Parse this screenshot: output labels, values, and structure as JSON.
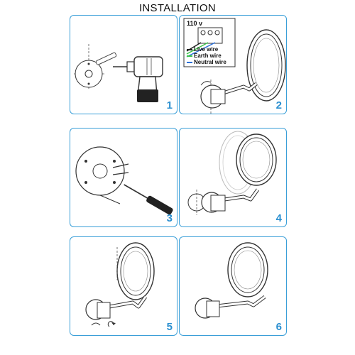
{
  "title": "INSTALLATION",
  "panels": [
    {
      "step": "1"
    },
    {
      "step": "2"
    },
    {
      "step": "3"
    },
    {
      "step": "4"
    },
    {
      "step": "5"
    },
    {
      "step": "6"
    }
  ],
  "wiring": {
    "voltage": "110 v",
    "legend": [
      {
        "label": "Live wire",
        "color": "#222222"
      },
      {
        "label": "Earth wire",
        "color": "#3cc44a"
      },
      {
        "label": "Neutral wire",
        "color": "#2a6fd8"
      }
    ]
  },
  "colors": {
    "frame": "#3a9fd8",
    "step_number": "#2a8fd0"
  }
}
